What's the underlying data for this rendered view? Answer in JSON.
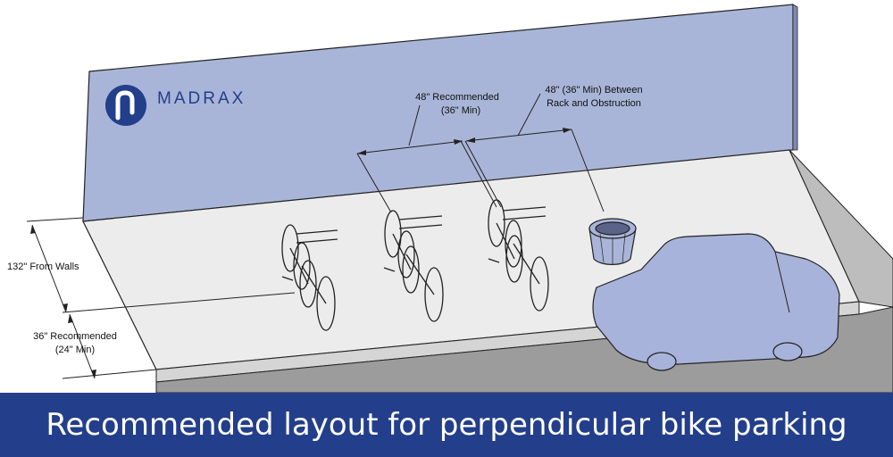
{
  "brand": {
    "name": "MADRAX"
  },
  "dimensions": {
    "spacing_line1": "48\" Recommended",
    "spacing_line2": "(36\" Min)",
    "obstruction_line1": "48\" (36\" Min) Between",
    "obstruction_line2": "Rack and Obstruction",
    "from_walls": "132\" From Walls",
    "curb_line1": "36\" Recommended",
    "curb_line2": "(24\" Min)"
  },
  "caption": "Recommended layout for perpendicular bike parking",
  "colors": {
    "wall": "#a9b5d8",
    "floor": "#ececec",
    "road": "#9c9c9c",
    "car": "#a7b3da",
    "brand": "#233e8b",
    "caption_bar": "#233e8b"
  },
  "icons": [
    "madrax-logo-icon",
    "bicycle-icon",
    "planter-icon",
    "car-icon"
  ]
}
